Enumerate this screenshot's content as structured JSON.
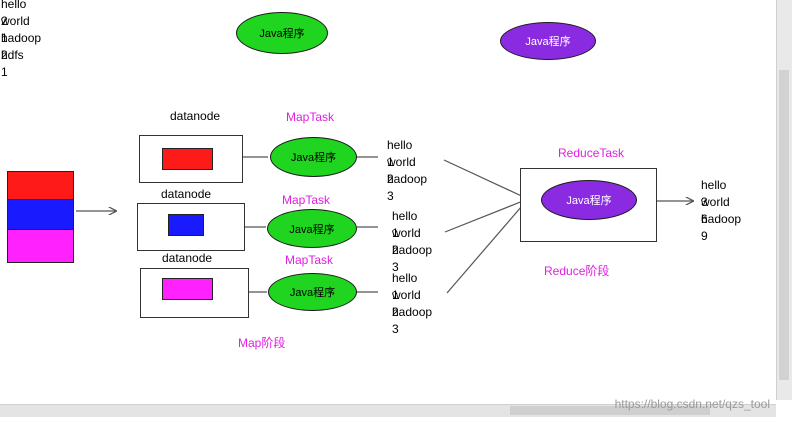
{
  "top_left_output": [
    "hello 2",
    "world 1",
    "hadoop 2",
    "hdfs  1"
  ],
  "program_label": "Java程序",
  "datanodes": [
    {
      "label": "datanode",
      "color": "#ff1a1a"
    },
    {
      "label": "datanode",
      "color": "#1a1aff"
    },
    {
      "label": "datanode",
      "color": "#ff22ff"
    }
  ],
  "map_tasks": [
    "MapTask",
    "MapTask",
    "MapTask"
  ],
  "map_outputs": [
    [
      "hello  1",
      "world  2",
      "hadoop 3"
    ],
    [
      "hello  1",
      "world  2",
      "hadoop 3"
    ],
    [
      "hello  1",
      "world  2",
      "hadoop 3"
    ]
  ],
  "reduce_task": "ReduceTask",
  "reduce_output": [
    "hello 3",
    "world 6",
    "hadoop 9"
  ],
  "map_stage": "Map阶段",
  "reduce_stage": "Reduce阶段",
  "block_colors": [
    "#ff1a1a",
    "#1a1aff",
    "#ff22ff"
  ],
  "watermark": "https://blog.csdn.net/qzs_tool"
}
